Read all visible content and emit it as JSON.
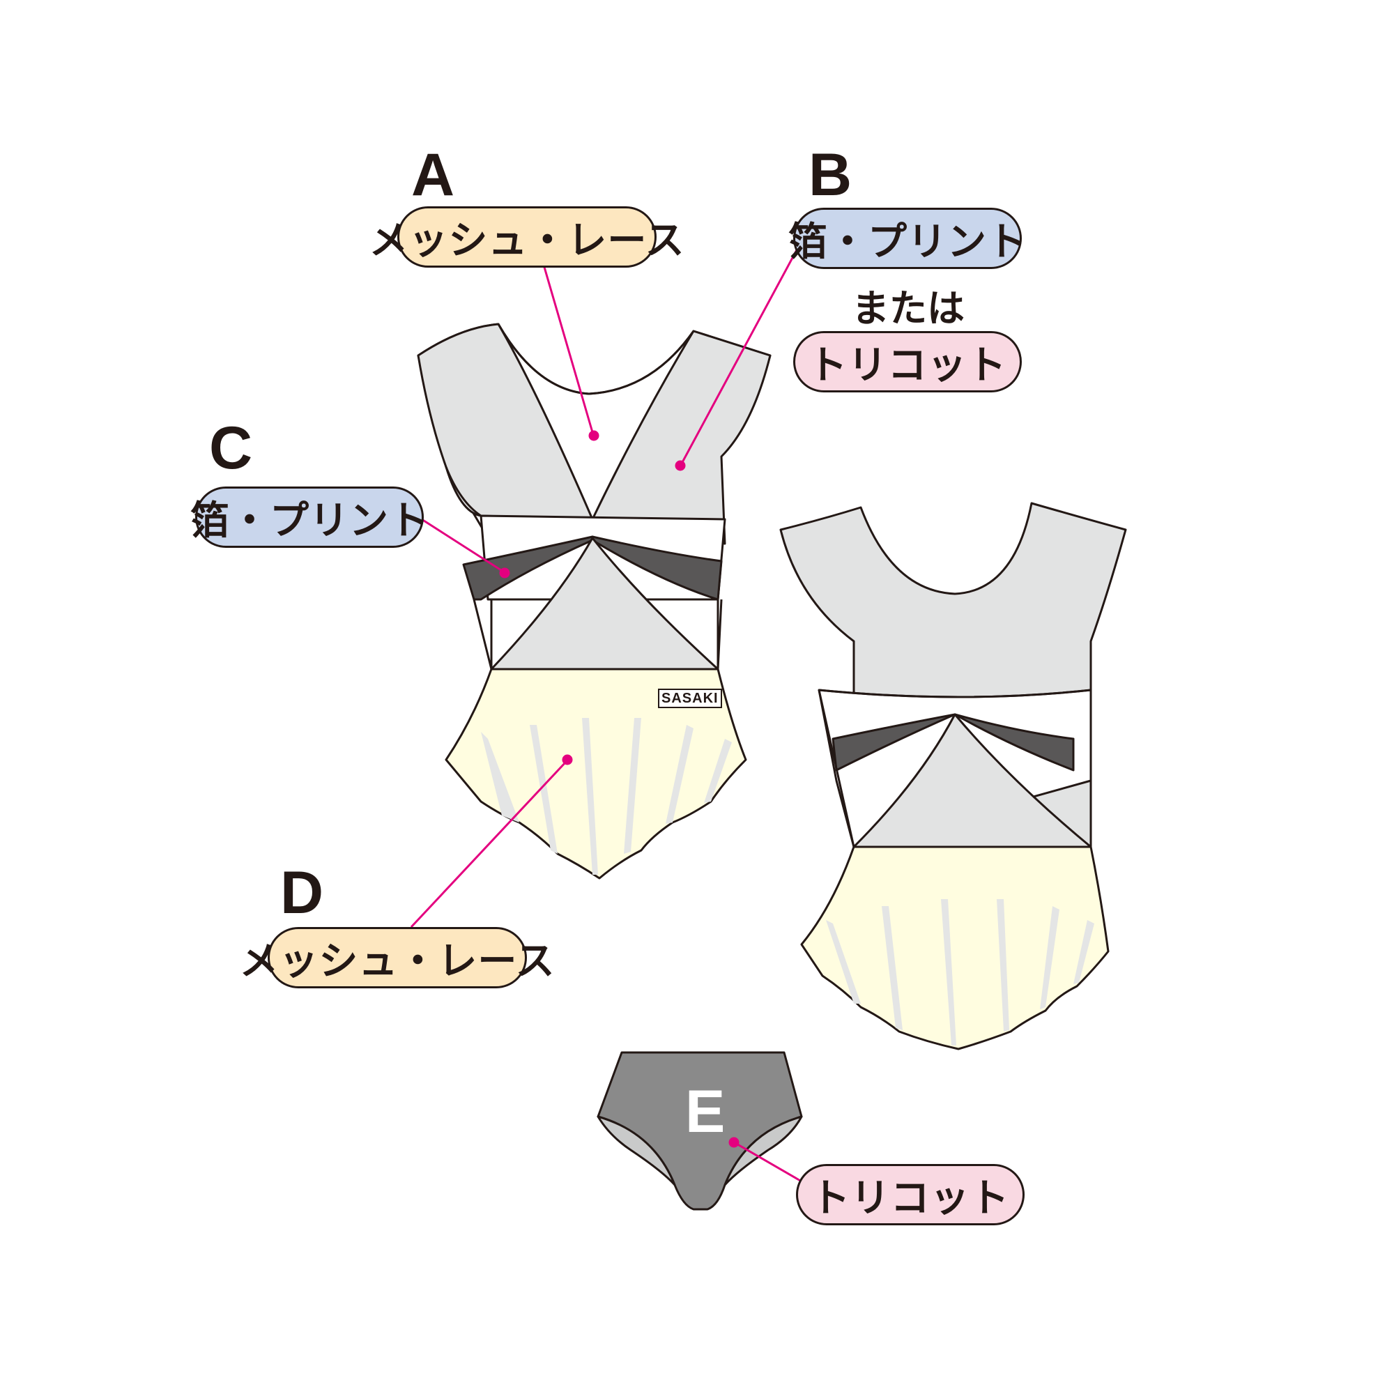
{
  "title": "",
  "parts": {
    "A": {
      "letter": "A",
      "material": "メッシュ・レース"
    },
    "B": {
      "letter": "B",
      "material": "箔・プリント",
      "or_text": "または",
      "alt_material": "トリコット"
    },
    "C": {
      "letter": "C",
      "material": "箔・プリント"
    },
    "D": {
      "letter": "D",
      "material": "メッシュ・レース"
    },
    "E": {
      "letter": "E",
      "material": "トリコット"
    }
  },
  "brand_logo": "SASAKI",
  "colors": {
    "body_panel": "#e2e3e3",
    "dark_band": "#595757",
    "skirt": "#fffde0",
    "skirt_pleat": "#e4e5e5",
    "briefs": "#8a8a8a",
    "leader_line": "#e4007f",
    "mesh_label": "#fde7c0",
    "foil_label": "#c9d6ec",
    "tricot_label": "#f9d9e2"
  }
}
